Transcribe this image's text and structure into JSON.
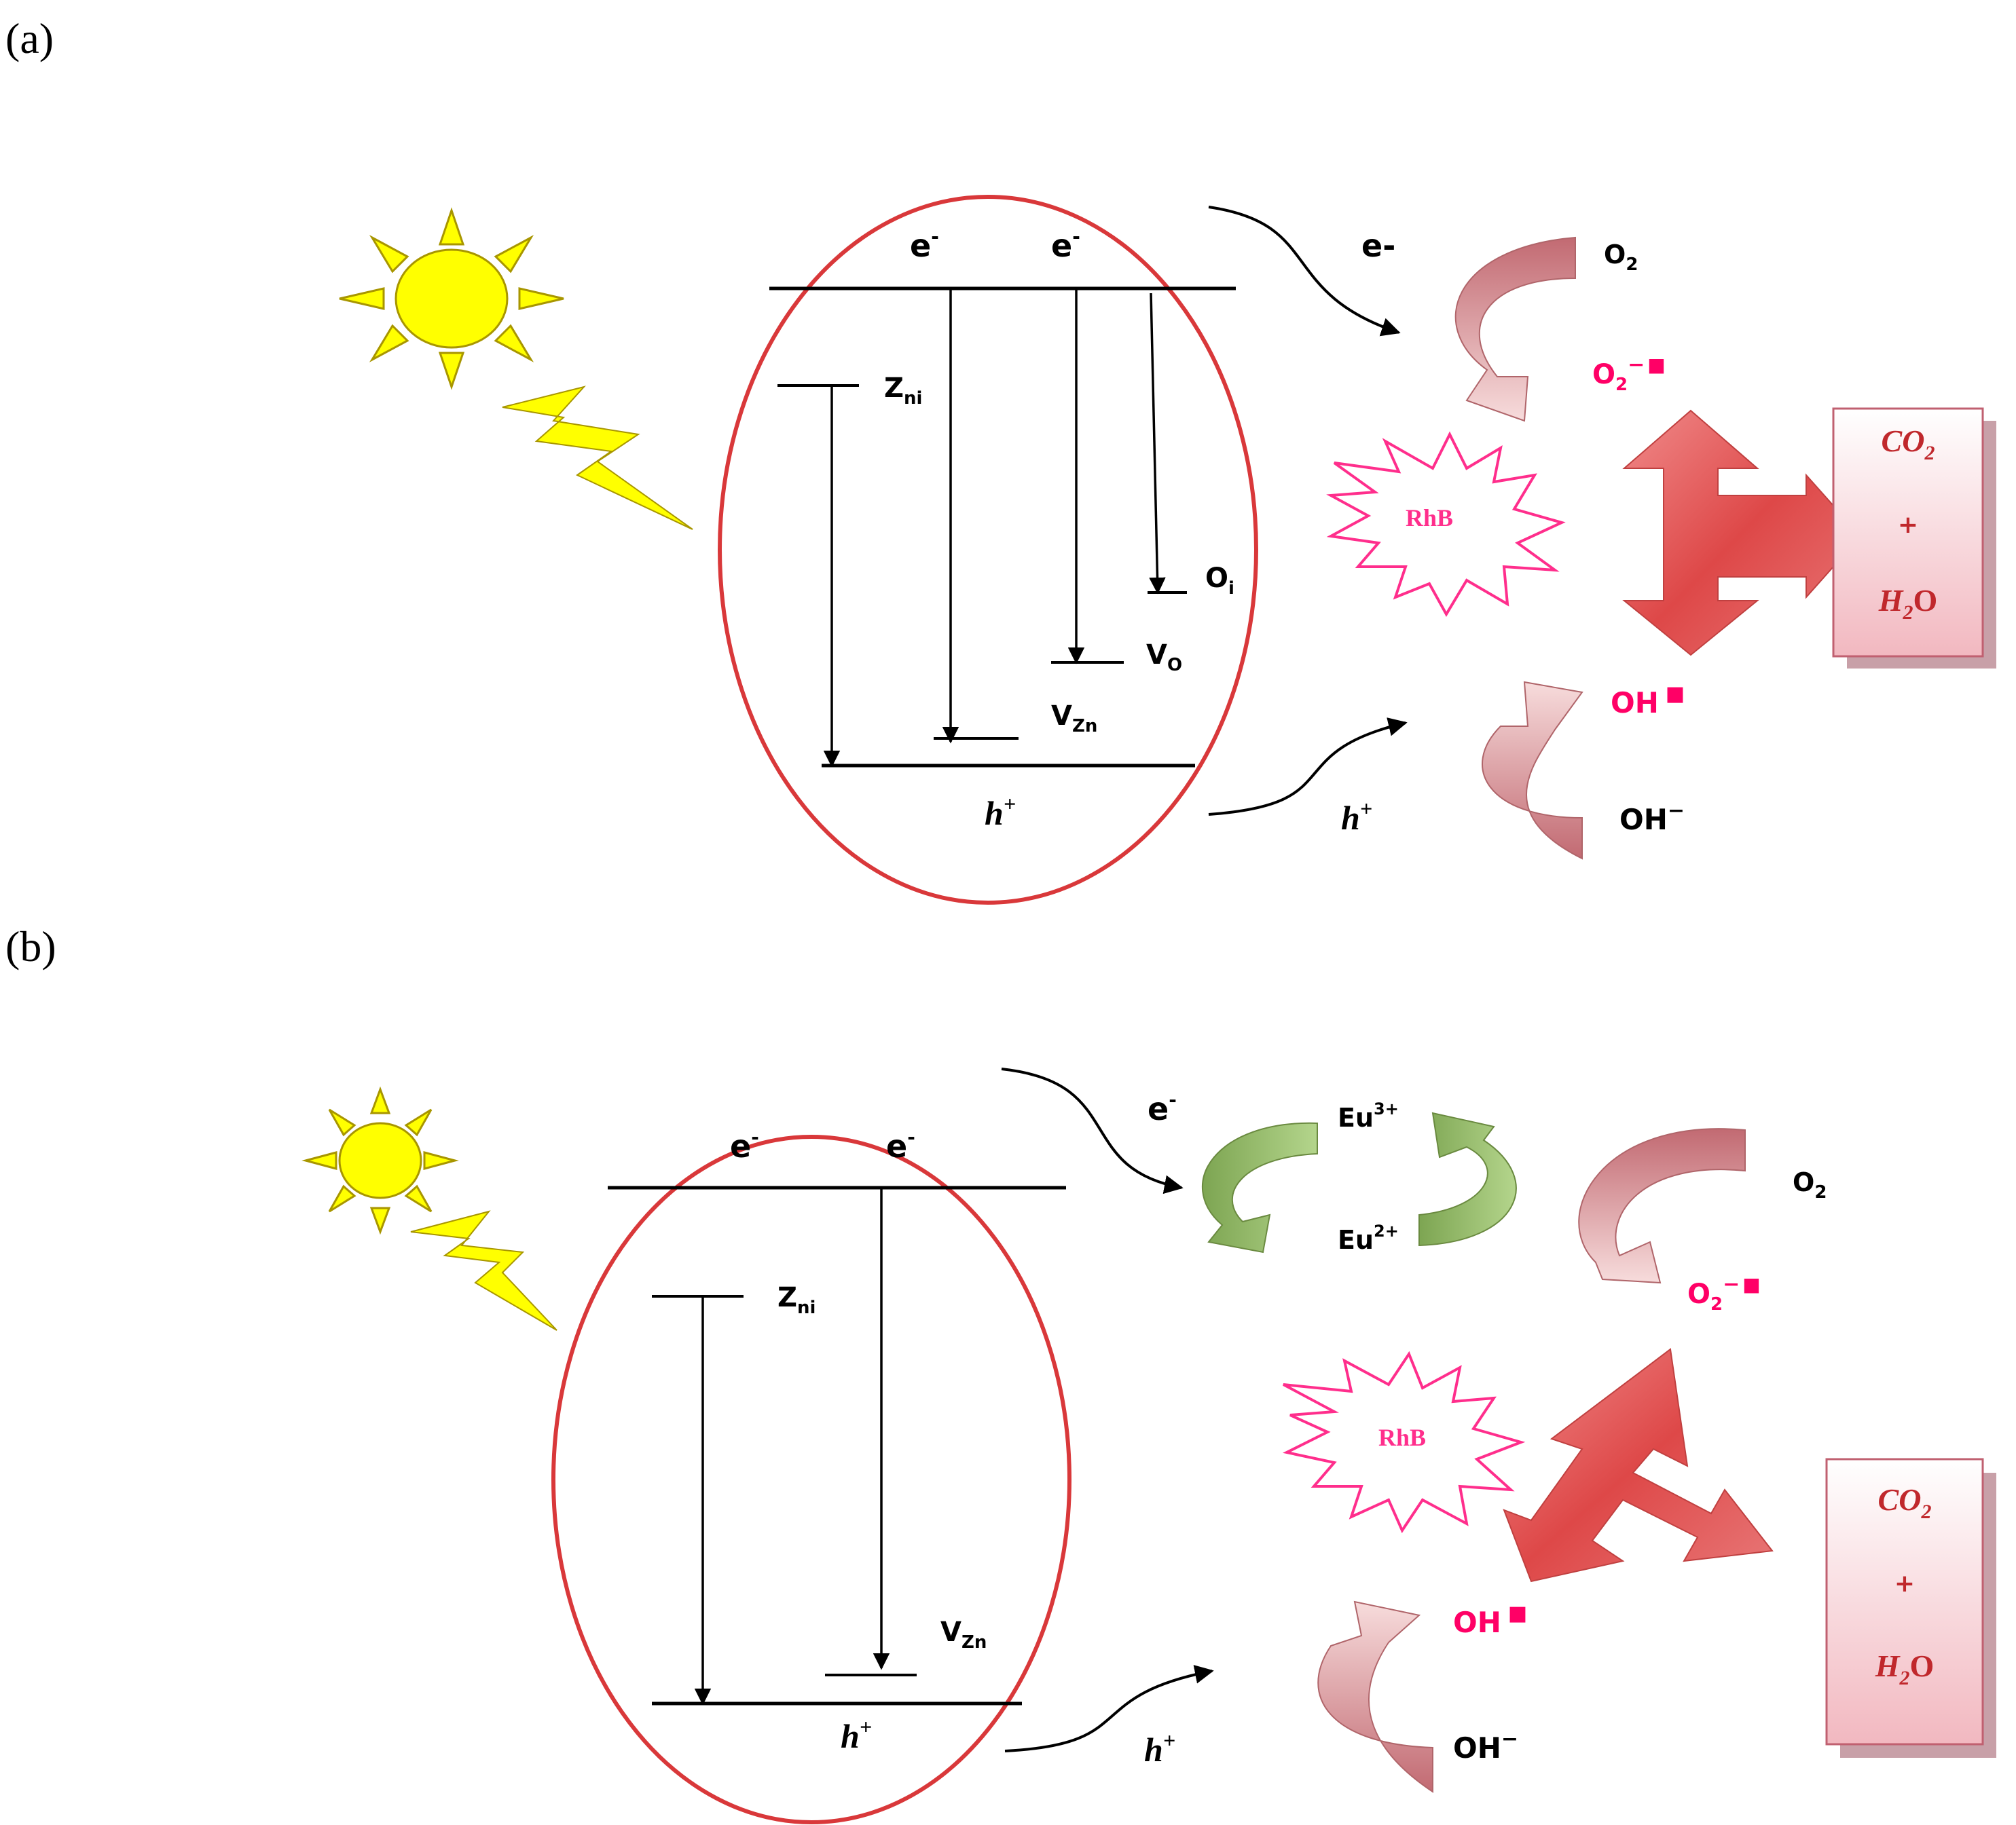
{
  "panel_a": {
    "label": "(a)",
    "electron_top_1": "e",
    "electron_top_2": "e",
    "electron_sup": "-",
    "electron_flow": "e-",
    "zni": {
      "main": "Z",
      "sub": "ni"
    },
    "oi": {
      "main": "O",
      "sub": "i"
    },
    "vo": {
      "main": "V",
      "sub": "O"
    },
    "vzn": {
      "main": "V",
      "sub": "Zn"
    },
    "hole": {
      "main": "h",
      "sup": "+"
    },
    "hole_flow": {
      "main": "h",
      "sup": "+"
    },
    "o2": {
      "main": "O",
      "sub": "2"
    },
    "o2_radical": {
      "main": "O",
      "sub": "2",
      "sup": "−",
      "mark": "■"
    },
    "oh_radical": {
      "main": "OH",
      "mark": "■"
    },
    "oh_minus": {
      "main": "OH",
      "sup": "−"
    },
    "rhb": "RhB",
    "product": {
      "co2_main": "CO",
      "co2_sub": "2",
      "plus": "+",
      "h2o_main": "H",
      "h2o_sub": "2",
      "h2o_end": "O"
    }
  },
  "panel_b": {
    "label": "(b)",
    "electron_top_1": "e",
    "electron_top_2": "e",
    "electron_sup": "-",
    "electron_flow": "e",
    "zni": {
      "main": "Z",
      "sub": "ni"
    },
    "vzn": {
      "main": "V",
      "sub": "Zn"
    },
    "hole": {
      "main": "h",
      "sup": "+"
    },
    "hole_flow": {
      "main": "h",
      "sup": "+"
    },
    "eu3": {
      "main": "Eu",
      "sup": "3+"
    },
    "eu2": {
      "main": "Eu",
      "sup": "2+"
    },
    "o2": {
      "main": "O",
      "sub": "2"
    },
    "o2_radical": {
      "main": "O",
      "sub": "2",
      "sup": "−",
      "mark": "■"
    },
    "oh_radical": {
      "main": "OH",
      "mark": "■"
    },
    "oh_minus": {
      "main": "OH",
      "sup": "−"
    },
    "rhb": "RhB",
    "product": {
      "co2_main": "CO",
      "co2_sub": "2",
      "plus": "+",
      "h2o_main": "H",
      "h2o_sub": "2",
      "h2o_end": "O"
    }
  },
  "colors": {
    "ellipse": "#d9383a",
    "sun": "#ffff00",
    "sun_outline": "#a89600",
    "radical_text": "#ff0066",
    "pink_arrow": "#d08080",
    "red_arrow": "#e05050",
    "green_arrow": "#8cb060",
    "product_text": "#c0282c"
  }
}
